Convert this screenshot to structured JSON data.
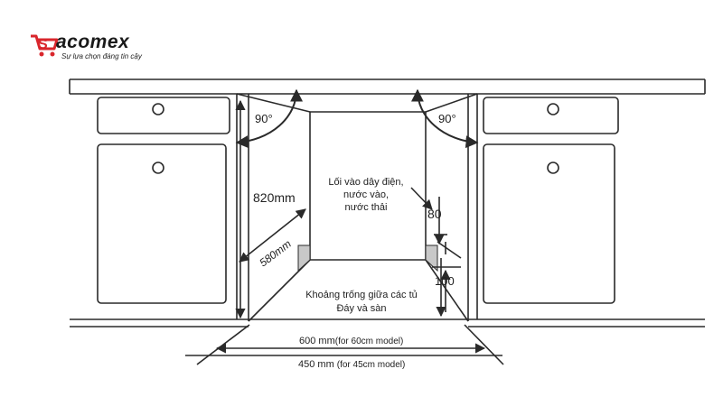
{
  "brand": {
    "name": "acomex",
    "initial": "S",
    "tagline": "Sự lựa chọn đáng tin cậy",
    "color": "#d9262c"
  },
  "labels": {
    "angle_left": "90°",
    "angle_right": "90°",
    "height": "820mm",
    "depth": "580mm",
    "inlet_line1": "Lối vào dây điện,",
    "inlet_line2": "nước vào,",
    "inlet_line3": "nước thải",
    "dim_80": "80",
    "dim_100": "100",
    "gap_line1": "Khoảng trống giữa các tủ",
    "gap_line2": "Đáy và sàn",
    "width_60_value": "600 mm",
    "width_60_note": "(for 60cm model)",
    "width_45_value": "450 mm",
    "width_45_note": "(for 45cm model)"
  },
  "colors": {
    "line": "#2a2a2a",
    "shade": "#c8c8c8"
  }
}
